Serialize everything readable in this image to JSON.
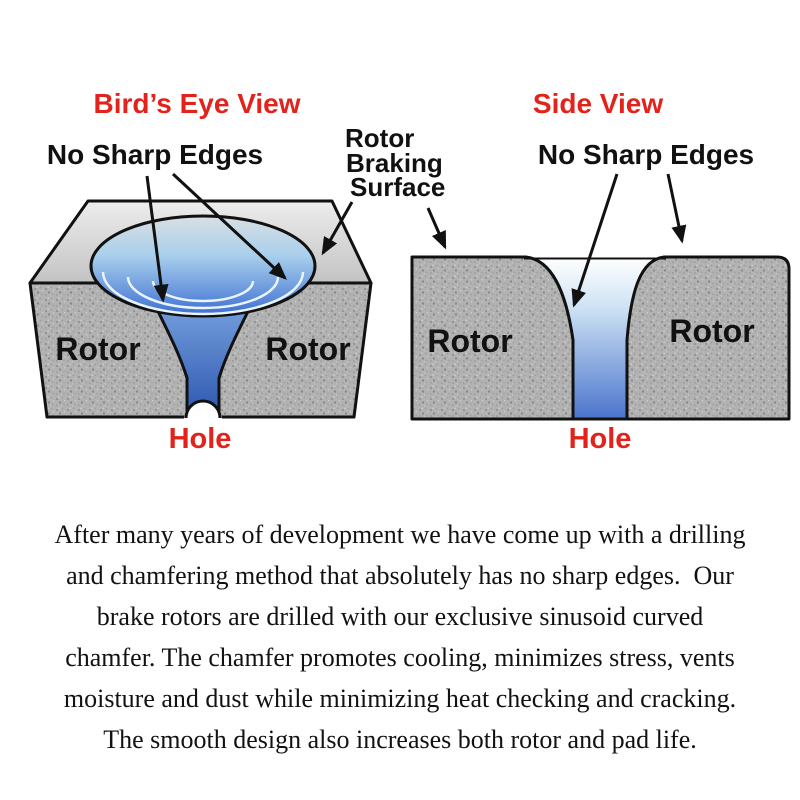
{
  "colors": {
    "red": "#e3231b",
    "ink": "#111111",
    "steel_blue": "#3d6ed2",
    "granite_gray": "#b2b2b2"
  },
  "birdseye": {
    "title": "Bird’s Eye View",
    "no_sharp_edges_label": "No Sharp Edges",
    "rotor_left": "Rotor",
    "rotor_right": "Rotor",
    "hole_label": "Hole"
  },
  "braking_surface_label": {
    "line1": "Rotor",
    "line2": "Braking",
    "line3": "Surface"
  },
  "side": {
    "title": "Side View",
    "no_sharp_edges_label": "No Sharp Edges",
    "rotor_left": "Rotor",
    "rotor_right": "Rotor",
    "hole_label": "Hole"
  },
  "description": {
    "lines": [
      "After many years of development we have come up with a drilling",
      "and chamfering method that absolutely has no sharp edges.  Our",
      "brake rotors are drilled with our exclusive sinusoid curved",
      "chamfer. The chamfer promotes cooling, minimizes stress, vents",
      "moisture and dust while minimizing heat checking and cracking.",
      "The smooth design also increases both rotor and pad life."
    ]
  }
}
